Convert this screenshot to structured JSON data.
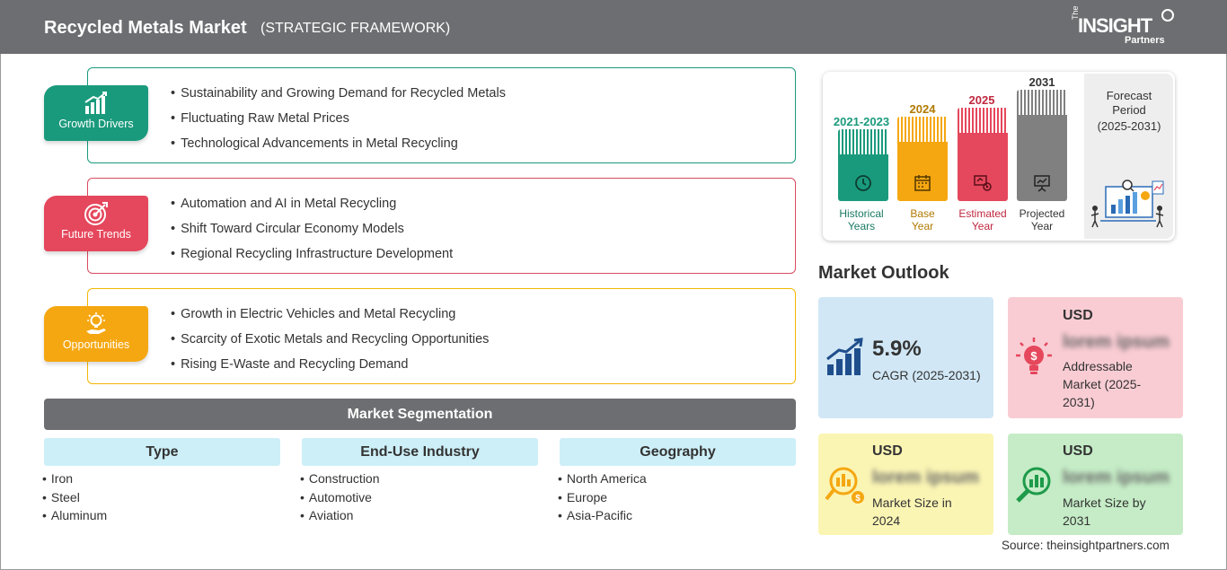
{
  "header": {
    "title": "Recycled Metals Market",
    "subtitle": "(STRATEGIC FRAMEWORK)",
    "logo": {
      "prefix": "The",
      "main": "INSIGHT",
      "sub": "Partners"
    }
  },
  "framework": {
    "growth_drivers": {
      "label": "Growth Drivers",
      "icon": "bar-growth-icon",
      "color": "#1a9a7c",
      "items": [
        "Sustainability and Growing Demand for Recycled Metals",
        "Fluctuating Raw Metal Prices",
        "Technological Advancements in Metal Recycling"
      ]
    },
    "future_trends": {
      "label": "Future Trends",
      "icon": "target-icon",
      "color": "#e5475c",
      "items": [
        "Automation and AI in Metal Recycling",
        "Shift Toward Circular Economy Models",
        "Regional Recycling Infrastructure Development"
      ]
    },
    "opportunities": {
      "label": "Opportunities",
      "icon": "lightbulb-hand-icon",
      "color": "#f5a711",
      "items": [
        "Growth in Electric Vehicles and Metal Recycling",
        "Scarcity of Exotic Metals and Recycling Opportunities",
        "Rising E-Waste and Recycling Demand"
      ]
    }
  },
  "segmentation": {
    "title": "Market Segmentation",
    "columns": [
      {
        "heading": "Type",
        "items": [
          "Iron",
          "Steel",
          "Aluminum"
        ]
      },
      {
        "heading": "End-Use Industry",
        "items": [
          "Construction",
          "Automotive",
          "Aviation"
        ]
      },
      {
        "heading": "Geography",
        "items": [
          "North America",
          "Europe",
          "Asia-Pacific"
        ]
      }
    ]
  },
  "timeline": {
    "bars": [
      {
        "year": "2021-2023",
        "label_line1": "Historical",
        "label_line2": "Years",
        "color": "#1a9a7c",
        "icon": "history-clock-icon"
      },
      {
        "year": "2024",
        "label_line1": "Base",
        "label_line2": "Year",
        "color": "#f5a711",
        "icon": "calendar-icon"
      },
      {
        "year": "2025",
        "label_line1": "Estimated",
        "label_line2": "Year",
        "color": "#e5475c",
        "icon": "estimate-gears-icon"
      },
      {
        "year": "2031",
        "label_line1": "Projected",
        "label_line2": "Year",
        "color": "#808080",
        "icon": "projection-board-icon"
      }
    ],
    "forecast": {
      "line1": "Forecast",
      "line2": "Period",
      "line3": "(2025-2031)"
    }
  },
  "outlook": {
    "title": "Market Outlook",
    "cagr": {
      "value": "5.9%",
      "label": "CAGR (2025-2031)",
      "icon": "growth-chart-icon"
    },
    "addressable": {
      "currency": "USD",
      "value": "lorem ipsum",
      "label_line1": "Addressable",
      "label_line2": "Market (2025-",
      "label_line3": "2031)",
      "icon": "dollar-bulb-icon"
    },
    "size_2024": {
      "currency": "USD",
      "value": "lorem ipsum",
      "label_line1": "Market Size in",
      "label_line2": "2024",
      "icon": "money-magnifier-icon"
    },
    "size_2031": {
      "currency": "USD",
      "value": "lorem ipsum",
      "label_line1": "Market Size by",
      "label_line2": "2031",
      "icon": "chart-magnifier-icon"
    }
  },
  "source": "Source: theinsightpartners.com"
}
